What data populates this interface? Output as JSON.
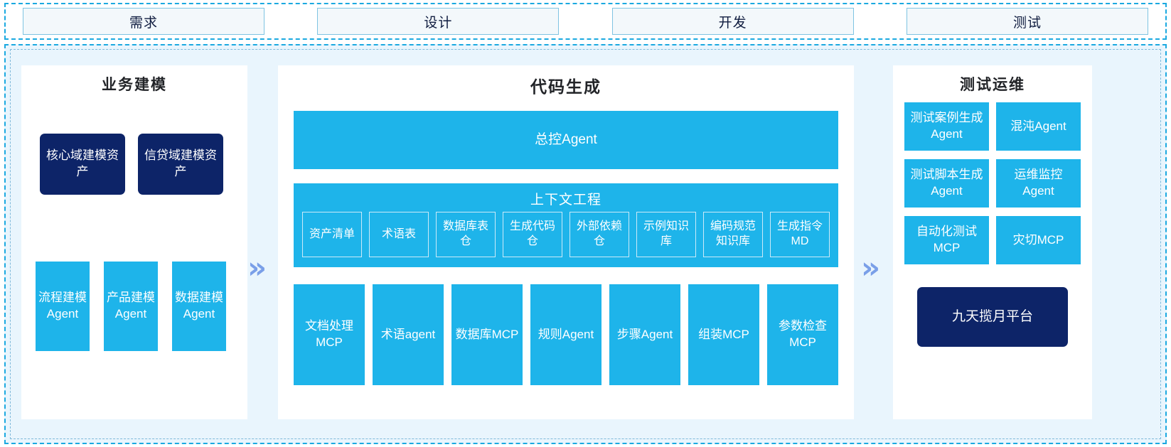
{
  "phases": {
    "items": [
      {
        "label": "需求"
      },
      {
        "label": "设计"
      },
      {
        "label": "开发"
      },
      {
        "label": "测试"
      }
    ]
  },
  "colors": {
    "accent_blue": "#1eb4ea",
    "navy": "#0d2468",
    "panel_bg": "#e9f5fd",
    "card_bg": "#ffffff",
    "border_dash": "#1ba9e0",
    "chevron": "#7a9fe8"
  },
  "arrows": {
    "left_to_center": "»",
    "center_to_right": "»"
  },
  "left_panel": {
    "title": "业务建模",
    "assets": [
      {
        "label": "核心域建模资产"
      },
      {
        "label": "信贷域建模资产"
      }
    ],
    "agents": [
      {
        "label": "流程建模Agent"
      },
      {
        "label": "产品建模Agent"
      },
      {
        "label": "数据建模Agent"
      }
    ]
  },
  "center_panel": {
    "title": "代码生成",
    "master_agent": {
      "label": "总控Agent"
    },
    "context": {
      "title": "上下文工程",
      "items": [
        {
          "label": "资产清单"
        },
        {
          "label": "术语表"
        },
        {
          "label": "数据库表仓"
        },
        {
          "label": "生成代码仓"
        },
        {
          "label": "外部依赖仓"
        },
        {
          "label": "示例知识库"
        },
        {
          "label": "编码规范知识库"
        },
        {
          "label": "生成指令MD"
        }
      ]
    },
    "tools": [
      {
        "label": "文档处理MCP"
      },
      {
        "label": "术语agent"
      },
      {
        "label": "数据库MCP"
      },
      {
        "label": "规则Agent"
      },
      {
        "label": "步骤Agent"
      },
      {
        "label": "组装MCP"
      },
      {
        "label": "参数检查MCP"
      }
    ]
  },
  "right_panel": {
    "title": "测试运维",
    "cards": [
      {
        "label": "测试案例生成Agent"
      },
      {
        "label": "混沌Agent"
      },
      {
        "label": "测试脚本生成Agent"
      },
      {
        "label": "运维监控Agent"
      },
      {
        "label": "自动化测试MCP"
      },
      {
        "label": "灾切MCP"
      }
    ],
    "platform": {
      "label": "九天揽月平台"
    }
  }
}
